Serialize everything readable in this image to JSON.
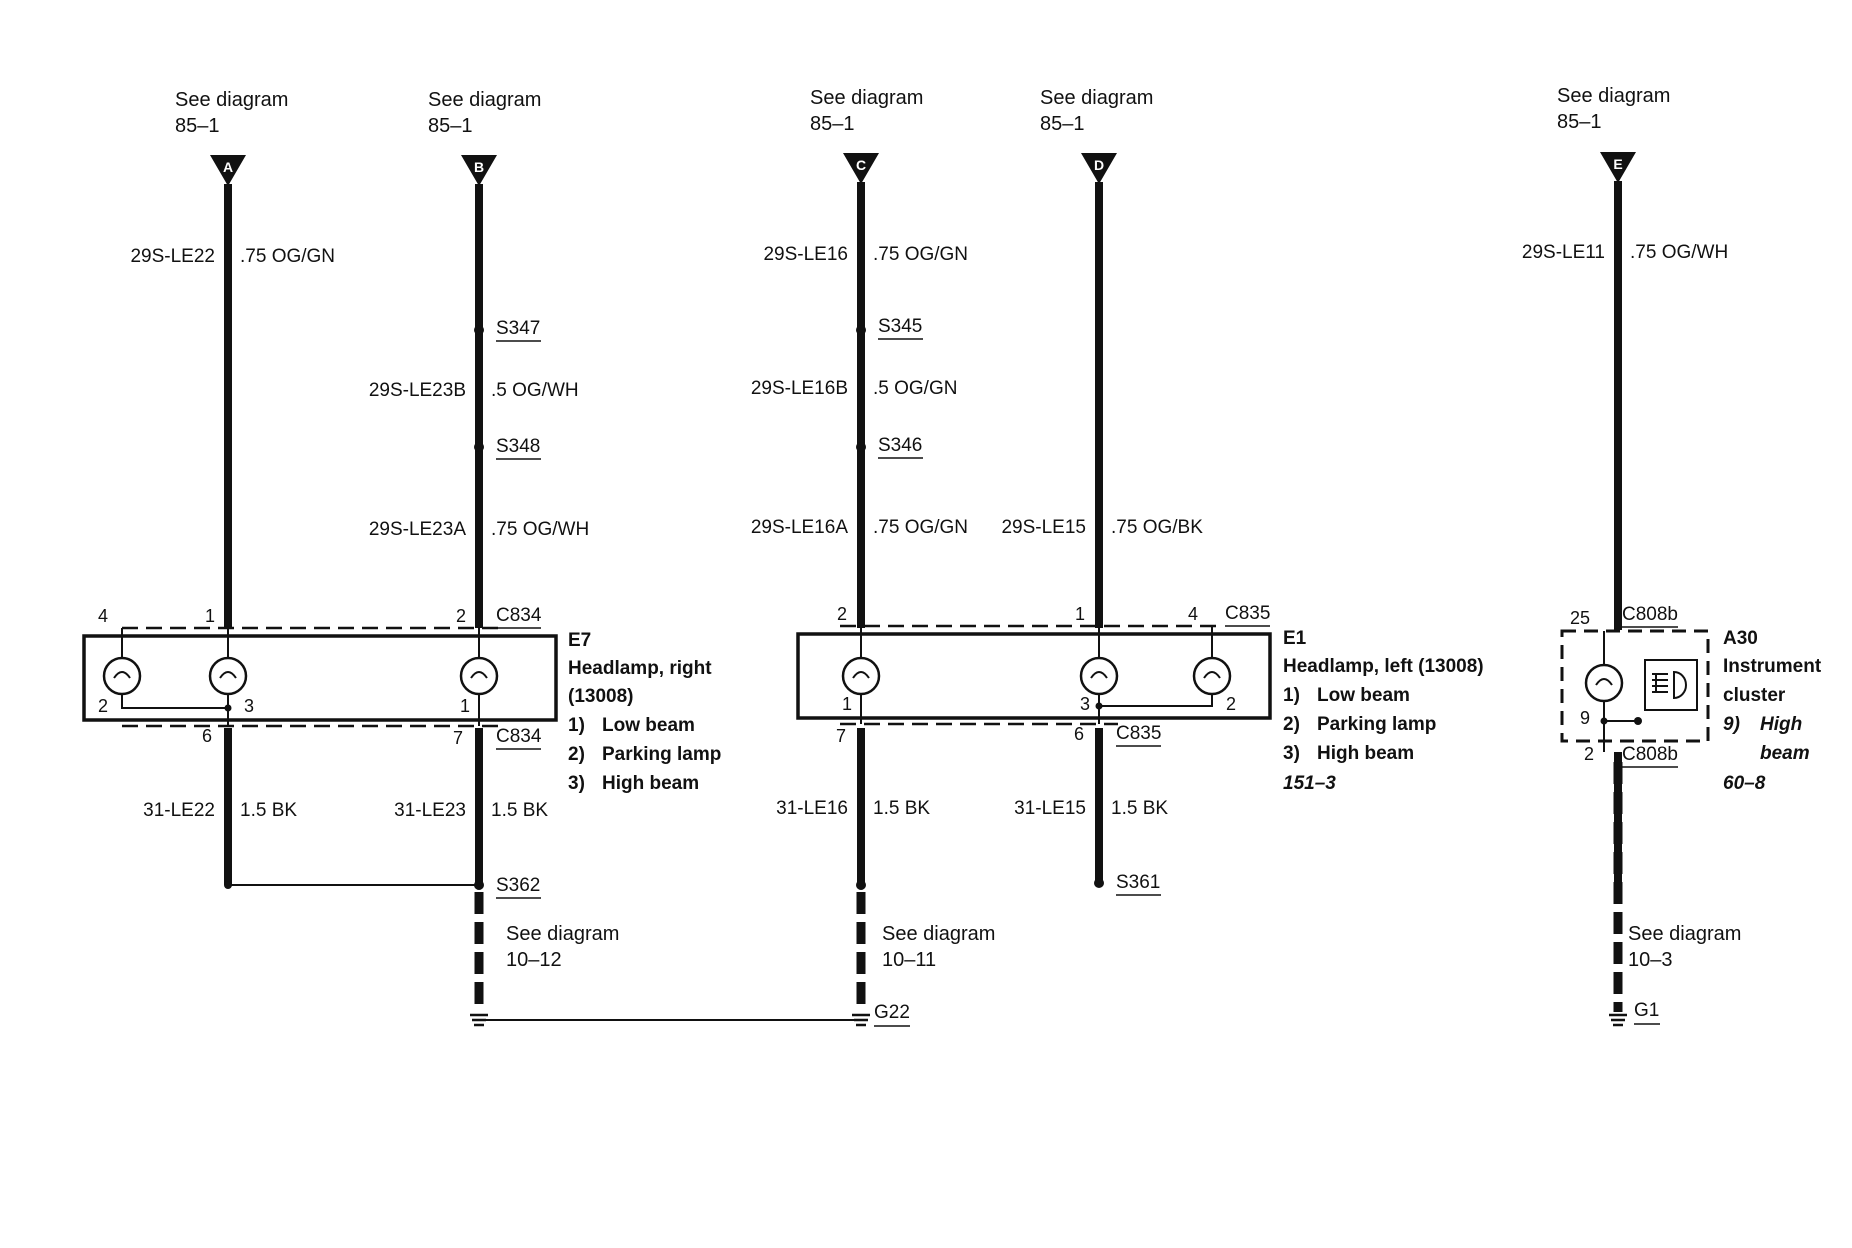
{
  "sources": {
    "A": {
      "letter": "A",
      "see": "See diagram",
      "ref": "85–1"
    },
    "B": {
      "letter": "B",
      "see": "See diagram",
      "ref": "85–1"
    },
    "C": {
      "letter": "C",
      "see": "See diagram",
      "ref": "85–1"
    },
    "D": {
      "letter": "D",
      "see": "See diagram",
      "ref": "85–1"
    },
    "E": {
      "letter": "E",
      "see": "See diagram",
      "ref": "85–1"
    }
  },
  "wires": {
    "le22": {
      "circuit": "29S-LE22",
      "spec": ".75 OG/GN"
    },
    "le23b": {
      "circuit": "29S-LE23B",
      "spec": ".5 OG/WH"
    },
    "le23a": {
      "circuit": "29S-LE23A",
      "spec": ".75 OG/WH"
    },
    "le16": {
      "circuit": "29S-LE16",
      "spec": ".75 OG/GN"
    },
    "le16b": {
      "circuit": "29S-LE16B",
      "spec": ".5 OG/GN"
    },
    "le16a": {
      "circuit": "29S-LE16A",
      "spec": ".75 OG/GN"
    },
    "le15": {
      "circuit": "29S-LE15",
      "spec": ".75 OG/BK"
    },
    "le11": {
      "circuit": "29S-LE11",
      "spec": ".75 OG/WH"
    },
    "g_le22": {
      "circuit": "31-LE22",
      "spec": "1.5 BK"
    },
    "g_le23": {
      "circuit": "31-LE23",
      "spec": "1.5 BK"
    },
    "g_le16": {
      "circuit": "31-LE16",
      "spec": "1.5 BK"
    },
    "g_le15": {
      "circuit": "31-LE15",
      "spec": "1.5 BK"
    }
  },
  "splices": {
    "s347": "S347",
    "s348": "S348",
    "s345": "S345",
    "s346": "S346",
    "s362": "S362",
    "s361": "S361"
  },
  "connectors": {
    "c834": "C834",
    "c835": "C835",
    "c808b": "C808b"
  },
  "grounds": {
    "g22": {
      "id": "G22",
      "see": "See diagram",
      "ref_right": "10–12",
      "ref_left": "10–11"
    },
    "g1": {
      "id": "G1",
      "see": "See diagram",
      "ref": "10–3"
    }
  },
  "pins": {
    "e7": {
      "p4": "4",
      "p1": "1",
      "p2": "2",
      "p2b": "2",
      "p3": "3",
      "p1b": "1",
      "p6": "6",
      "p7": "7"
    },
    "e1": {
      "p2": "2",
      "p1": "1",
      "p4": "4",
      "p1b": "1",
      "p3": "3",
      "p2b": "2",
      "p7": "7",
      "p6": "6"
    },
    "a30": {
      "p25": "25",
      "p9": "9",
      "p2": "2"
    }
  },
  "components": {
    "e7": {
      "id": "E7",
      "name": "Headlamp, right",
      "part": "(13008)",
      "items": [
        {
          "n": "1)",
          "label": "Low beam"
        },
        {
          "n": "2)",
          "label": "Parking lamp"
        },
        {
          "n": "3)",
          "label": "High beam"
        }
      ]
    },
    "e1": {
      "id": "E1",
      "name": "Headlamp, left (13008)",
      "items": [
        {
          "n": "1)",
          "label": "Low beam"
        },
        {
          "n": "2)",
          "label": "Parking lamp"
        },
        {
          "n": "3)",
          "label": "High beam"
        }
      ],
      "ref": "151–3"
    },
    "a30": {
      "id": "A30",
      "name1": "Instrument",
      "name2": "cluster",
      "item_n": "9)",
      "item1": "High",
      "item2": "beam",
      "ref": "60–8"
    }
  }
}
